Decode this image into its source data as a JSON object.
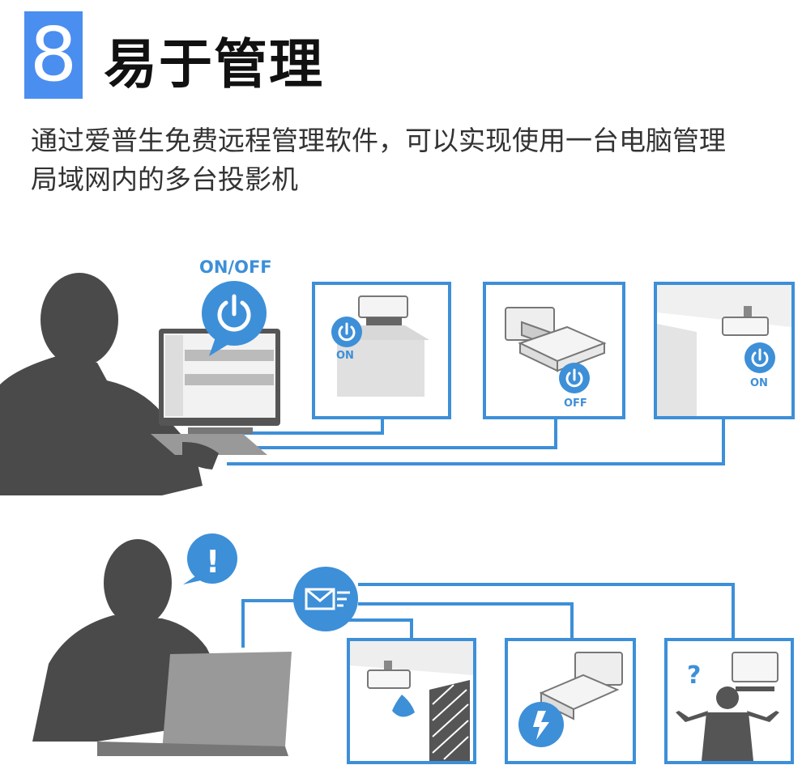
{
  "header": {
    "number": "8",
    "title": "易于管理"
  },
  "description": {
    "line1": "通过爱普生免费远程管理软件，可以实现使用一台电脑管理",
    "line2": "局域网内的多台投影机"
  },
  "scene_top": {
    "callout_label": "ON/OFF",
    "projector1_state": "ON",
    "projector2_state": "OFF",
    "projector3_state": "ON"
  },
  "scene_bottom": {
    "alert_symbol": "!",
    "question_symbol": "?"
  },
  "colors": {
    "accent": "#3d8fd8",
    "badge": "#4a8ef0",
    "silhouette": "#4a4a4a"
  }
}
